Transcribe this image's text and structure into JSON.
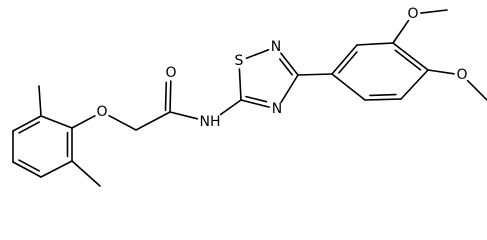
{
  "diagram": {
    "type": "chemical-structure",
    "background_color": "#ffffff",
    "line_color": "#000000",
    "atom_labels": {
      "ether_oxygen": "O",
      "carbonyl_oxygen": "O",
      "amide_nitrogen": "NH",
      "thiadiazole_sulfur": "S",
      "thiadiazole_n2": "N",
      "thiadiazole_n4": "N",
      "methoxy_oxygen_3": "O",
      "methoxy_oxygen_4": "O"
    }
  }
}
